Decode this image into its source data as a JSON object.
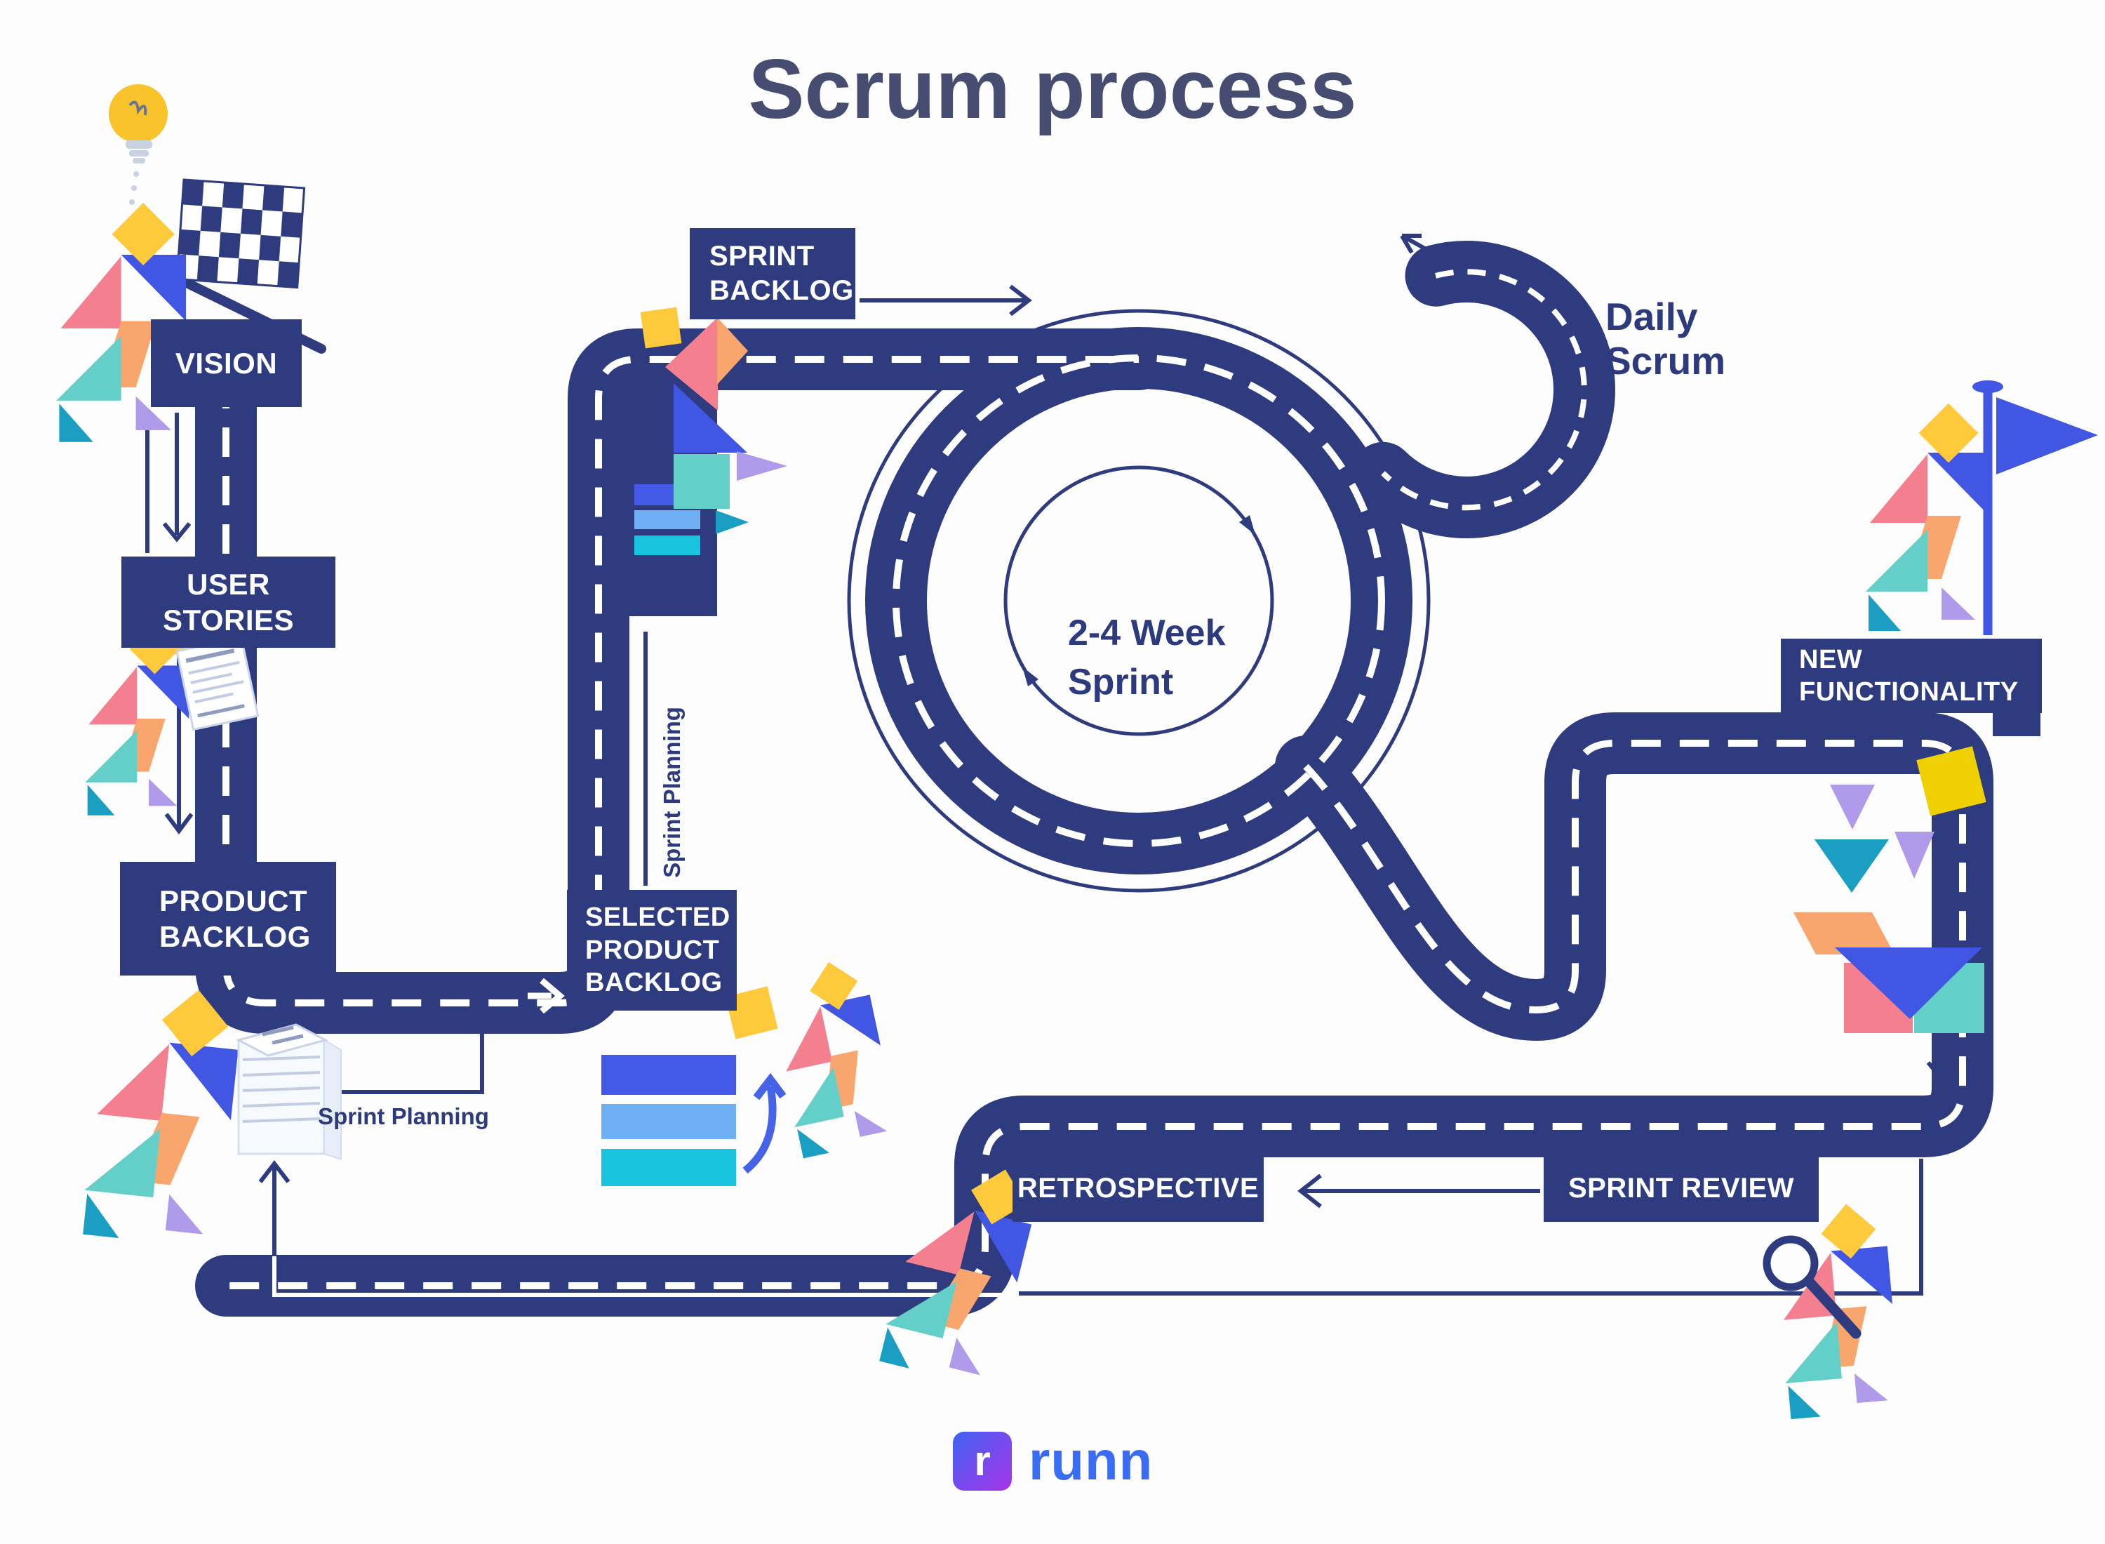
{
  "title": "Scrum process",
  "nodes": {
    "vision": {
      "label": "VISION"
    },
    "user_stories": {
      "label": "USER STORIES"
    },
    "product_backlog": {
      "label": "PRODUCT BACKLOG"
    },
    "selected_product_backlog": {
      "label": "SELECTED PRODUCT BACKLOG"
    },
    "sprint_backlog": {
      "label": "SPRINT BACKLOG"
    },
    "new_functionality": {
      "label": "NEW FUNCTIONALITY"
    },
    "sprint_review": {
      "label": "SPRINT REVIEW"
    },
    "retrospective": {
      "label": "RETROSPECTIVE"
    }
  },
  "annotations": {
    "daily_scrum": "Daily Scrum",
    "sprint_center": "2-4 Week Sprint",
    "sprint_planning_1": "Sprint Planning",
    "sprint_planning_2": "Sprint Planning"
  },
  "logo": {
    "brand": "runn",
    "mark_letter": "r"
  },
  "flow": [
    {
      "from": "VISION",
      "to": "USER STORIES"
    },
    {
      "from": "USER STORIES",
      "to": "PRODUCT BACKLOG"
    },
    {
      "from": "PRODUCT BACKLOG",
      "to": "SELECTED PRODUCT BACKLOG",
      "via": "Sprint Planning"
    },
    {
      "from": "SELECTED PRODUCT BACKLOG",
      "to": "SPRINT BACKLOG",
      "via": "Sprint Planning"
    },
    {
      "from": "SPRINT BACKLOG",
      "to": "2-4 Week Sprint"
    },
    {
      "from": "2-4 Week Sprint",
      "to": "Daily Scrum",
      "type": "loop"
    },
    {
      "from": "2-4 Week Sprint",
      "to": "NEW FUNCTIONALITY"
    },
    {
      "from": "NEW FUNCTIONALITY",
      "to": "SPRINT REVIEW"
    },
    {
      "from": "SPRINT REVIEW",
      "to": "RETROSPECTIVE"
    },
    {
      "from": "RETROSPECTIVE",
      "to": "PRODUCT BACKLOG",
      "type": "return"
    }
  ],
  "colors": {
    "navy": "#2e3b7e",
    "title": "#474d71",
    "pink": "#f4808f",
    "orange": "#f9a56e",
    "blue": "#4157e3",
    "light_blue": "#6fb0f4",
    "cyan": "#19c5de",
    "teal": "#64cfc8",
    "dark_teal": "#1a9ec2",
    "lavender": "#b09aea",
    "yellow": "#ffc93c",
    "gold": "#efd002",
    "logo_gradient_start": "#3e63f0",
    "logo_gradient_end": "#a634e8",
    "logo_text": "#3b6cf5"
  }
}
